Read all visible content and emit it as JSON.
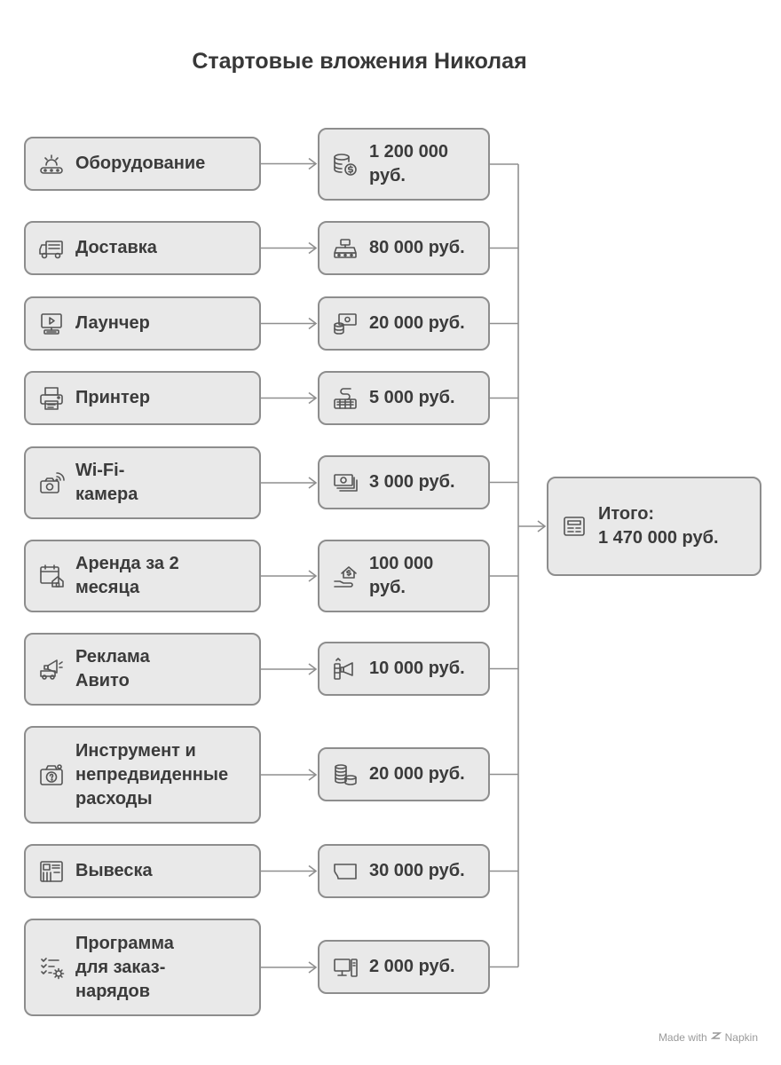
{
  "title": "Стартовые вложения Николая",
  "items": [
    {
      "label": "Оборудование",
      "label_icon": "conveyor-icon",
      "cost": "1 200 000\nруб.",
      "cost_icon": "coins-dollar-icon"
    },
    {
      "label": "Доставка",
      "label_icon": "truck-icon",
      "cost": "80 000 руб.",
      "cost_icon": "cash-register-icon"
    },
    {
      "label": "Лаунчер",
      "label_icon": "monitor-play-icon",
      "cost": "20 000 руб.",
      "cost_icon": "cash-coins-icon"
    },
    {
      "label": "Принтер",
      "label_icon": "printer-icon",
      "cost": "5 000 руб.",
      "cost_icon": "keyboard-plug-icon"
    },
    {
      "label": "Wi-Fi-\nкамера",
      "label_icon": "wifi-camera-icon",
      "cost": "3 000 руб.",
      "cost_icon": "banknotes-icon"
    },
    {
      "label": "Аренда за 2\nмесяца",
      "label_icon": "calendar-house-icon",
      "cost": "100 000\nруб.",
      "cost_icon": "house-dollar-hand-icon"
    },
    {
      "label": "Реклама\nАвито",
      "label_icon": "megaphone-truck-icon",
      "cost": "10 000 руб.",
      "cost_icon": "megaphone-coins-icon"
    },
    {
      "label": "Инструмент и\nнепредвиденные\nрасходы",
      "label_icon": "camera-question-icon",
      "cost": "20 000 руб.",
      "cost_icon": "coin-stacks-icon"
    },
    {
      "label": "Вывеска",
      "label_icon": "signboard-icon",
      "cost": "30 000 руб.",
      "cost_icon": "frame-icon"
    },
    {
      "label": "Программа\nдля заказ-\nнарядов",
      "label_icon": "checklist-gear-icon",
      "cost": "2 000 руб.",
      "cost_icon": "computer-icon"
    }
  ],
  "total": {
    "label": "Итого:\n1 470 000 руб.",
    "icon": "newspaper-icon"
  },
  "footer": {
    "text": "Made with",
    "brand": "Napkin"
  }
}
